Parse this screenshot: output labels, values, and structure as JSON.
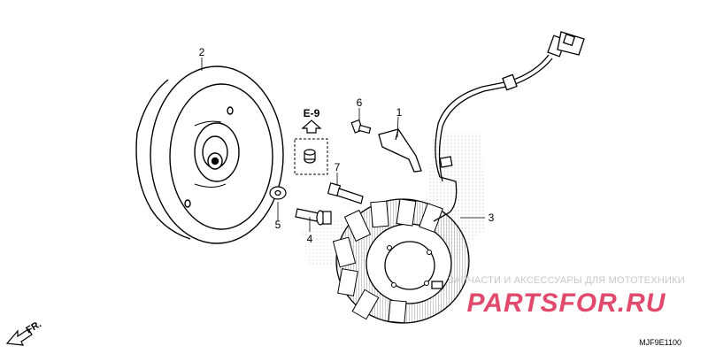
{
  "callouts": [
    "1",
    "2",
    "3",
    "4",
    "5",
    "6",
    "7"
  ],
  "reference": "E-9",
  "direction": "FR.",
  "diagram_code": "MJF9E1100",
  "watermark": {
    "tagline": "ЗАПЧАСТИ И АКСЕССУАРЫ ДЛЯ МОТОТЕХНИКИ",
    "logo": "PARTSFOR.RU",
    "color": "#e14a6c"
  }
}
